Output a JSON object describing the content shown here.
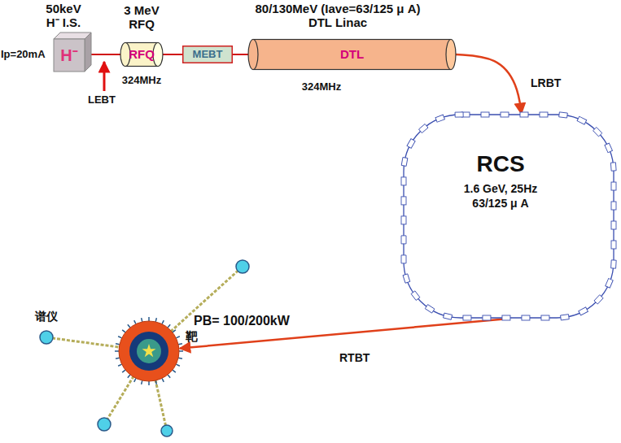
{
  "diagram": {
    "nodes": [
      {
        "text": [
          "50keV H⁻ I.S.",
          "H⁻"
        ]
      },
      {
        "text": [
          "3 MeV RFQ",
          "RFQ",
          "324MHz"
        ]
      },
      {
        "text": [
          "MEBT"
        ]
      },
      {
        "text": [
          "80/130MeV (Iave=63/125 μ A) DTL Linac",
          "DTL",
          "324MHz"
        ]
      },
      {
        "text": [
          "RCS",
          "1.6 GeV, 25Hz",
          "63/125 μ A"
        ]
      },
      {
        "text": [
          "靶"
        ]
      },
      {
        "text": [
          "谱仪"
        ]
      }
    ],
    "edges": [
      {
        "from": 0,
        "to": 1,
        "arrow": "none"
      },
      {
        "from": 1,
        "to": 2,
        "arrow": "none"
      },
      {
        "from": 2,
        "to": 3,
        "arrow": "none"
      },
      {
        "from": 3,
        "to": 4,
        "arrow": "to",
        "label": "LRBT"
      },
      {
        "from": 4,
        "to": 5,
        "arrow": "to",
        "label": "RTBT"
      },
      {
        "from": 5,
        "to": 6,
        "arrow": "none"
      }
    ],
    "labels": [
      "Ip=20mA",
      "LEBT",
      "PB= 100/200kW"
    ]
  }
}
